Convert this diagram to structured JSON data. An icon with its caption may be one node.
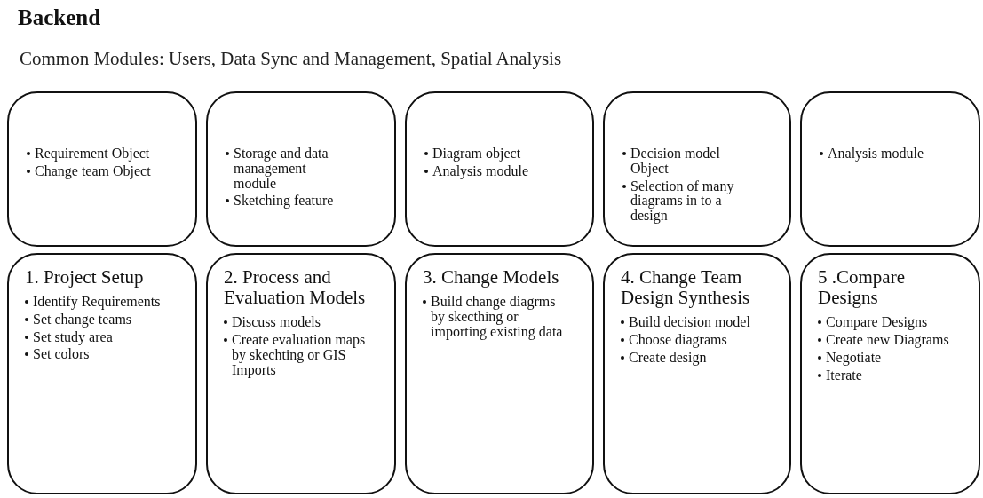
{
  "diagram": {
    "title": "Backend",
    "nodes": [
      {
        "text": [
          "Requirement Object",
          "Change team Object"
        ]
      },
      {
        "text": [
          "Storage and data management module",
          "Sketching feature"
        ]
      },
      {
        "text": [
          "Diagram object",
          "Analysis module"
        ]
      },
      {
        "text": [
          "Decision model Object",
          "Selection of many diagrams in to a design"
        ]
      },
      {
        "text": [
          "Analysis module"
        ]
      },
      {
        "text": [
          "1. Project Setup",
          "Identify Requirements",
          "Set change teams",
          "Set study area",
          "Set colors"
        ]
      },
      {
        "text": [
          "2. Process and Evaluation Models",
          "Discuss models",
          "Create evaluation maps by skechting or GIS Imports"
        ]
      },
      {
        "text": [
          "3. Change Models",
          "Build change diagrms by skecthing or importing existing data"
        ]
      },
      {
        "text": [
          "4. Change Team Design Synthesis",
          "Build decision model",
          "Choose diagrams",
          "Create design"
        ]
      },
      {
        "text": [
          "5 .Compare Designs",
          "Compare Designs",
          "Create new Diagrams",
          "Negotiate",
          "Iterate"
        ]
      }
    ],
    "labels": [
      "Common Modules: Users, Data Sync and Management, Spatial Analysis"
    ]
  }
}
